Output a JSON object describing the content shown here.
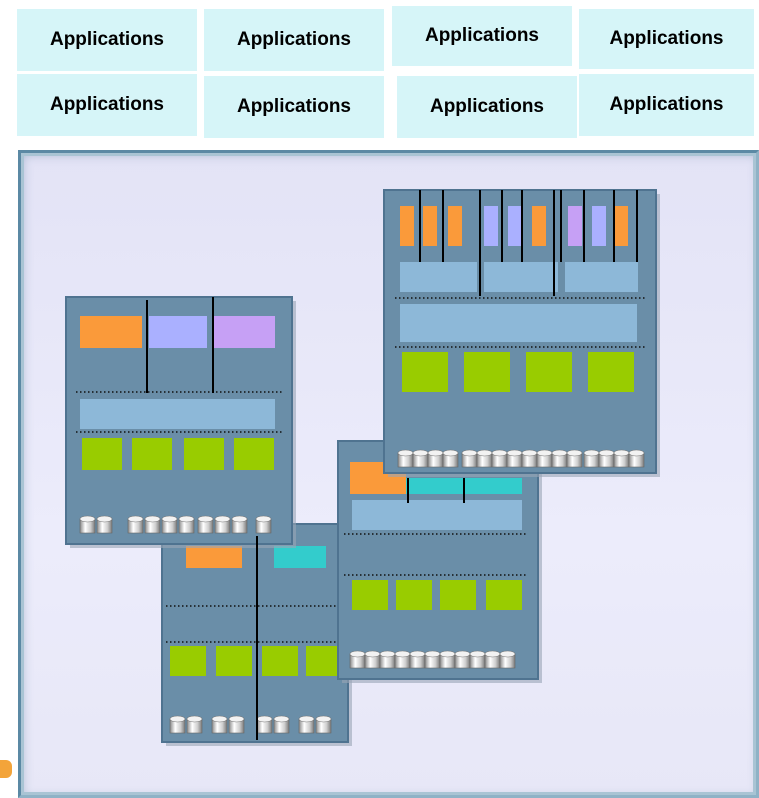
{
  "applications": {
    "tiles": [
      "Applications",
      "Applications",
      "Applications",
      "Applications",
      "Applications",
      "Applications",
      "Applications",
      "Applications"
    ]
  },
  "colors": {
    "tile_background": "#d6f5f8",
    "server_body": "#6a8ea8",
    "partition_bar": "#8db8d8",
    "orange_block": "#fa9a3a",
    "lavender_block": "#aab0ff",
    "violet_block": "#c6a0f5",
    "teal_block": "#33cccc",
    "green_block": "#99cc00",
    "frame_background": "#e6e6f8"
  }
}
